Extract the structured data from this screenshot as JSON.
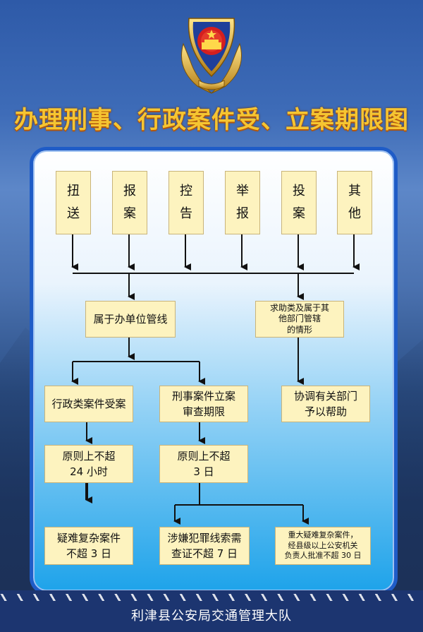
{
  "header": {
    "title": "办理刑事、行政案件受、立案期限图"
  },
  "sources": [
    {
      "id": "src-1",
      "text": "扭\n送"
    },
    {
      "id": "src-2",
      "text": "报\n案"
    },
    {
      "id": "src-3",
      "text": "控\n告"
    },
    {
      "id": "src-4",
      "text": "举\n报"
    },
    {
      "id": "src-5",
      "text": "投\n案"
    },
    {
      "id": "src-6",
      "text": "其\n他"
    }
  ],
  "nodes": {
    "jurisdiction": "属于办单位管线",
    "other_dept": "求助类及属于其\n他部门管辖\n的情形",
    "admin_case": "行政类案件受案",
    "criminal_case": "刑事案件立案\n审查期限",
    "coordinate": "协调有关部门\n予以帮助",
    "admin_limit": "原则上不超\n24 小时",
    "criminal_limit": "原则上不超\n3 日",
    "admin_complex": "疑难复杂案件\n不超 3 日",
    "criminal_clue": "涉嫌犯罪线索需\n查证不超 7 日",
    "major_complex": "重大疑难复杂案件，\n经县级以上公安机关\n负责人批准不超 30 日"
  },
  "footer": {
    "text": "利津县公安局交通管理大队"
  },
  "colors": {
    "title": "#f6c531",
    "node_bg": "#fdf3bf",
    "panel_border": "#1f5cc7",
    "footer_bg": "#1c3570"
  }
}
